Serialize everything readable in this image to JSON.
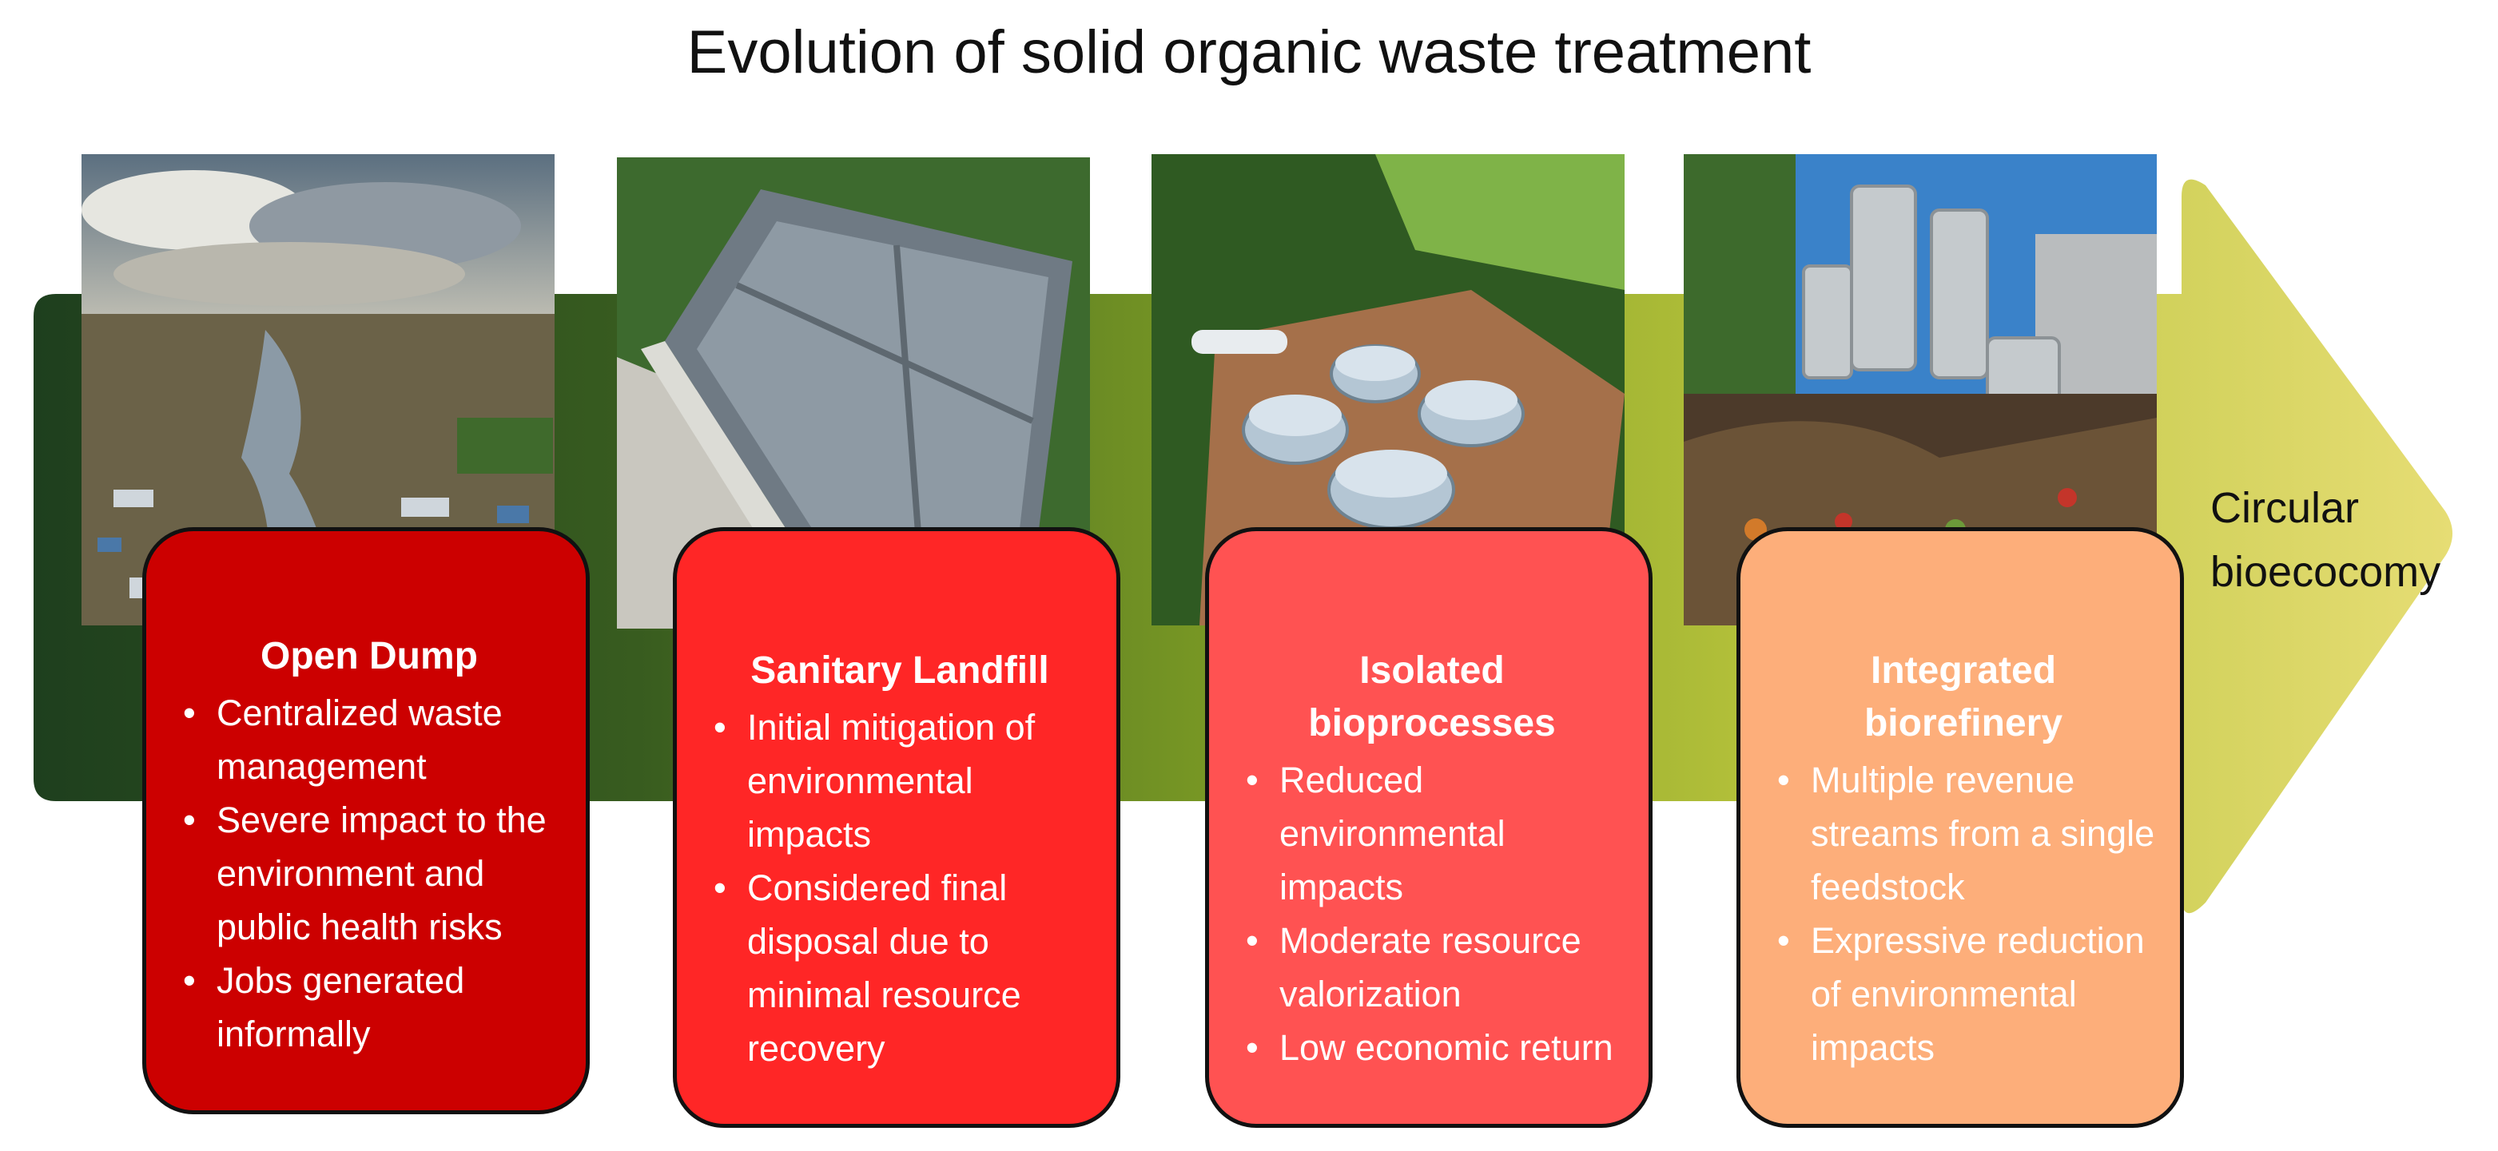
{
  "title": "Evolution of solid organic waste treatment",
  "end_label": {
    "line1": "Circular",
    "line2": "bioecocomy"
  },
  "colors": {
    "band_start": "#1e3f1e",
    "band_end": "#e6dd74"
  },
  "stages": [
    {
      "photo_icon": "open-dump-photo",
      "color": "#cc0000",
      "title_lines": [
        "Open Dump"
      ],
      "bullets": [
        "Centralized waste management",
        "Severe impact to the environment and public health risks",
        "Jobs generated informally"
      ]
    },
    {
      "photo_icon": "sanitary-landfill-photo",
      "color": "#ff2626",
      "title_lines": [
        "Sanitary Landfill"
      ],
      "bullets": [
        "Initial mitigation of environmental impacts",
        "Considered final disposal due to minimal resource recovery"
      ]
    },
    {
      "photo_icon": "biodigester-tanks-photo",
      "color": "#ff5252",
      "title_lines": [
        "Isolated",
        "bioprocesses"
      ],
      "bullets": [
        "Reduced environmental impacts",
        "Moderate resource valorization",
        "Low economic return"
      ]
    },
    {
      "photo_icon": "biorefinery-plant-photo",
      "color": "#fdae7a",
      "title_lines": [
        "Integrated",
        "biorefinery"
      ],
      "bullets": [
        "Multiple revenue streams from a single feedstock",
        "Expressive reduction of environmental impacts"
      ]
    }
  ]
}
